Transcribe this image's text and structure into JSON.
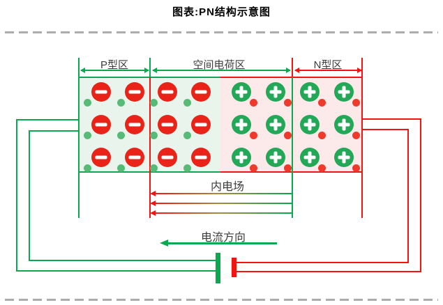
{
  "title": "图表:PN结构示意图",
  "region_labels": {
    "p": "P型区",
    "space_charge": "空间电荷区",
    "n": "N型区"
  },
  "annotations": {
    "internal_field": "内电场",
    "current_direction": "电流方向"
  },
  "symbols": {
    "negative_ion": "−",
    "positive_ion": "+"
  },
  "colors": {
    "green": "#0aa84f",
    "red": "#f51311",
    "circle_green": "#23a857",
    "circle_red": "#e92317",
    "dot_green": "#57bb78",
    "dot_red": "#ef392b",
    "bg_green": "#e9f5ec",
    "bg_pink": "#fce9e9",
    "dash_gray": "#acacac",
    "label_text": "#3b3b3b"
  },
  "carriers": {
    "rows_y": [
      132,
      179,
      226
    ],
    "negative_cols_x": [
      145,
      193,
      240,
      288
    ],
    "positive_cols_x": [
      346,
      395,
      444,
      493
    ],
    "circle_diameter": 28,
    "dot_diameter": 11,
    "negative_dot_offset": [
      -20,
      15
    ],
    "positive_dot_offset": [
      17,
      15
    ]
  },
  "field_arrows_y": [
    277,
    291,
    305
  ],
  "wires": {
    "green_outer": [
      [
        23,
        171,
        90,
        2
      ],
      [
        23,
        171,
        2,
        219
      ],
      [
        23,
        388,
        289,
        2
      ]
    ],
    "green_inner": [
      [
        41,
        187,
        72,
        2
      ],
      [
        41,
        187,
        2,
        188
      ],
      [
        41,
        373,
        271,
        2
      ]
    ],
    "red_outer": [
      [
        520,
        170,
        84,
        2
      ],
      [
        602,
        170,
        2,
        221
      ],
      [
        338,
        389,
        266,
        2
      ]
    ],
    "red_inner": [
      [
        520,
        185,
        66,
        2
      ],
      [
        584,
        185,
        2,
        193
      ],
      [
        338,
        376,
        248,
        2
      ]
    ]
  },
  "battery": {
    "positive_bar": [
      309,
      363,
      7,
      44
    ],
    "negative_bar": [
      332,
      370,
      7,
      28
    ]
  }
}
